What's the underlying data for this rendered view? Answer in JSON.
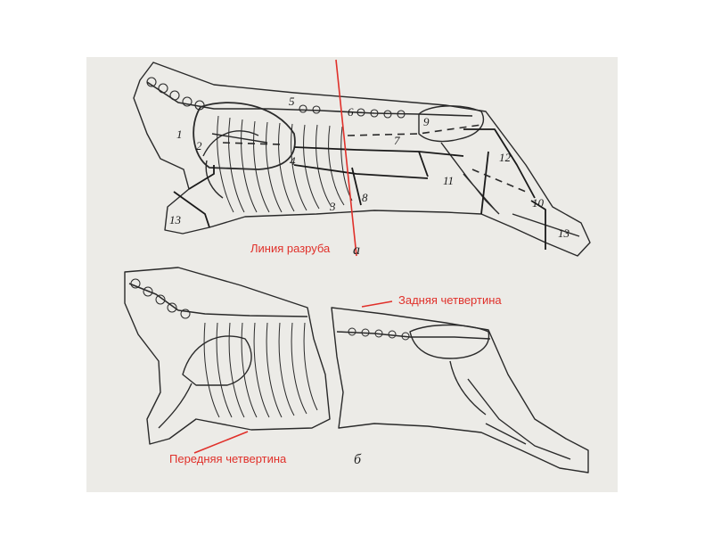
{
  "labels": {
    "cut_line": "Линия разруба",
    "hind_quarter": "Задняя четвертина",
    "fore_quarter": "Передняя четвертина",
    "letter_a": "а",
    "letter_b": "б"
  },
  "part_numbers": [
    "1",
    "2",
    "3",
    "4",
    "5",
    "6",
    "7",
    "8",
    "9",
    "10",
    "11",
    "12",
    "13",
    "13"
  ],
  "colors": {
    "annotation_red": "#e0302a",
    "line_art": "#2a2a2a",
    "scan_background": "#ecebe7"
  }
}
